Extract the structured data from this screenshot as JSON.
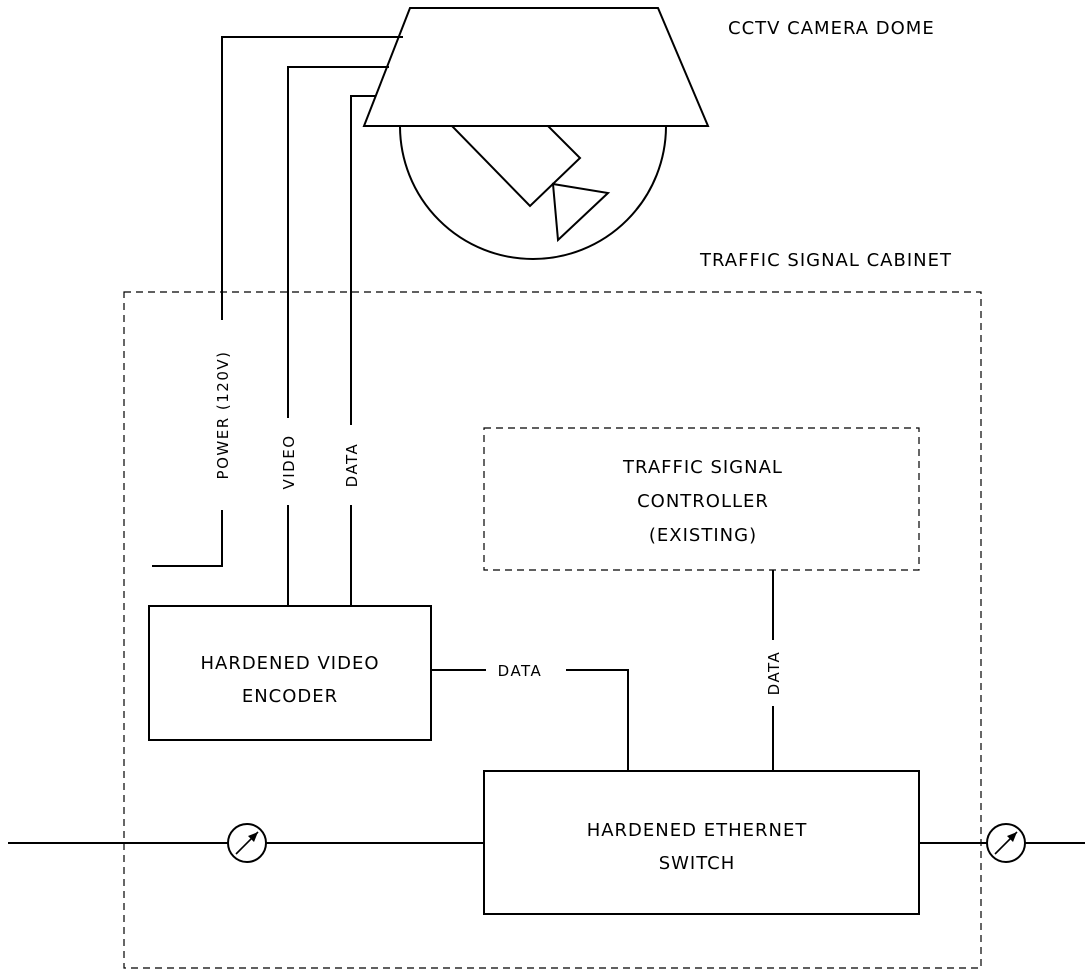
{
  "labels": {
    "camera_dome": "CCTV CAMERA DOME",
    "cabinet": "TRAFFIC SIGNAL CABINET",
    "power": "POWER (120V)",
    "video": "VIDEO",
    "data_cam": "DATA",
    "controller_line1": "TRAFFIC SIGNAL",
    "controller_line2": "CONTROLLER",
    "controller_line3": "(EXISTING)",
    "encoder_line1": "HARDENED VIDEO",
    "encoder_line2": "ENCODER",
    "data_encoder_switch": "DATA",
    "data_controller_switch": "DATA",
    "switch_line1": "HARDENED ETHERNET",
    "switch_line2": "SWITCH"
  }
}
